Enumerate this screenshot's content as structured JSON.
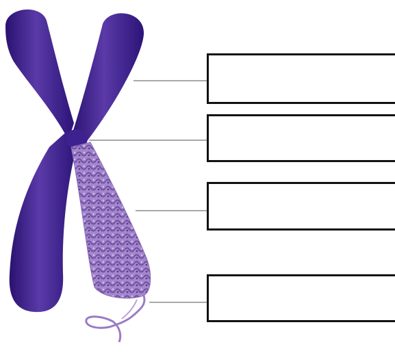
{
  "diagram": {
    "subject": "chromosome",
    "labels": [
      {
        "id": "chromatid",
        "text": ""
      },
      {
        "id": "centromere",
        "text": ""
      },
      {
        "id": "supercoiled-chromatin",
        "text": ""
      },
      {
        "id": "dna-strand",
        "text": ""
      }
    ]
  },
  "colors": {
    "chromosome": "#3b1a8c",
    "chromosome_light": "#6a4fb8",
    "coil": "#9a7cc4",
    "leader_line": "#a8a8a8",
    "box_border": "#111111"
  }
}
